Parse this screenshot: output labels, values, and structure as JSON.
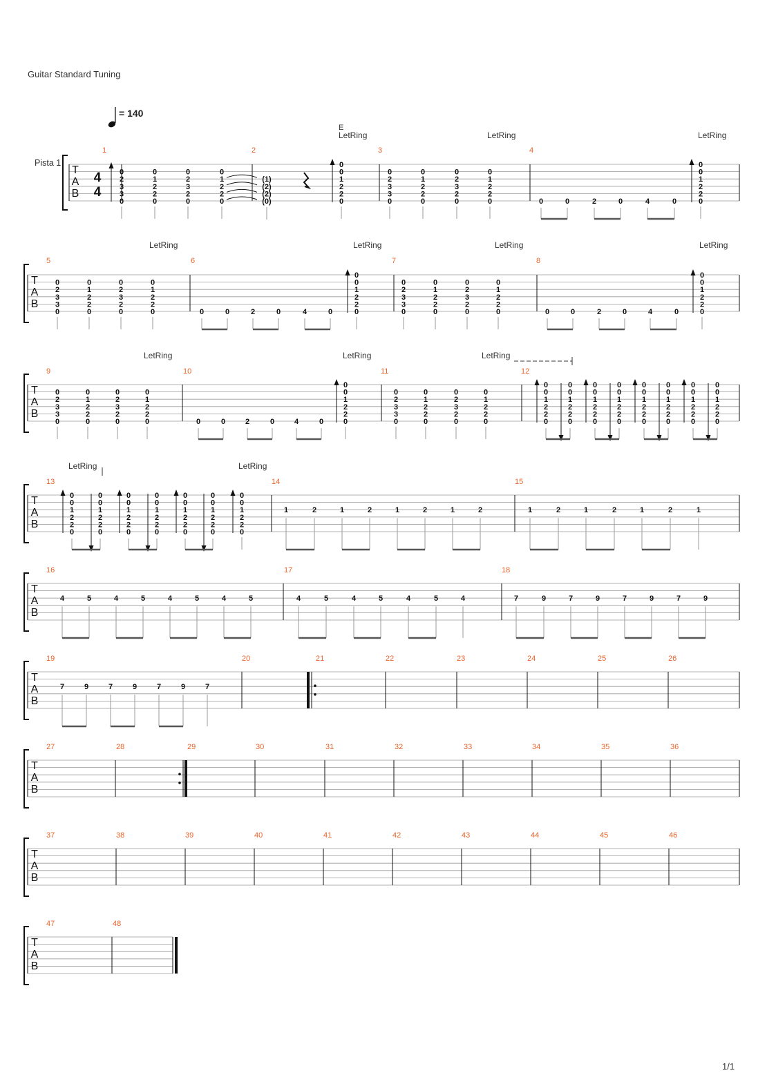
{
  "header": {
    "tuning": "Guitar Standard Tuning",
    "tempo_value": "= 140",
    "track_name": "Pista 1",
    "chord_label": "E",
    "page_number": "1/1"
  },
  "score": {
    "let_ring_label": "LetRing",
    "clef_letters": [
      "T",
      "A",
      "B"
    ],
    "time_signature": [
      "4",
      "4"
    ],
    "measure_numbers": [
      "1",
      "2",
      "3",
      "4",
      "5",
      "6",
      "7",
      "8",
      "9",
      "10",
      "11",
      "12",
      "13",
      "14",
      "15",
      "16",
      "17",
      "18",
      "19",
      "20",
      "21",
      "22",
      "23",
      "24",
      "25",
      "26",
      "27",
      "28",
      "29",
      "30",
      "31",
      "32",
      "33",
      "34",
      "35",
      "36",
      "37",
      "38",
      "39",
      "40",
      "41",
      "42",
      "43",
      "44",
      "45",
      "46",
      "47",
      "48"
    ],
    "chords": {
      "A": [
        "0",
        "2",
        "3",
        "3",
        "0"
      ],
      "B": [
        "0",
        "1",
        "2",
        "2",
        "0"
      ],
      "C": [
        "0",
        "2",
        "3",
        "2",
        "0"
      ],
      "D": [
        "0",
        "1",
        "2",
        "2",
        "0"
      ],
      "E": [
        "0",
        "0",
        "1",
        "2",
        "2",
        "0"
      ],
      "T": [
        "(1)",
        "(2)",
        "(2)",
        "(0)"
      ]
    },
    "bass_run": [
      "0",
      "0",
      "2",
      "0",
      "4",
      "0"
    ],
    "riffs": {
      "m14": [
        "1",
        "2",
        "1",
        "2",
        "1",
        "2",
        "1",
        "2"
      ],
      "m15": [
        "1",
        "2",
        "1",
        "2",
        "1",
        "2",
        "1"
      ],
      "m16": [
        "4",
        "5",
        "4",
        "5",
        "4",
        "5",
        "4",
        "5"
      ],
      "m17": [
        "4",
        "5",
        "4",
        "5",
        "4",
        "5",
        "4"
      ],
      "m18": [
        "7",
        "9",
        "7",
        "9",
        "7",
        "9",
        "7",
        "9"
      ],
      "m19": [
        "7",
        "9",
        "7",
        "9",
        "7",
        "9",
        "7"
      ]
    },
    "tempo_bpm": 140,
    "total_measures": 48
  }
}
